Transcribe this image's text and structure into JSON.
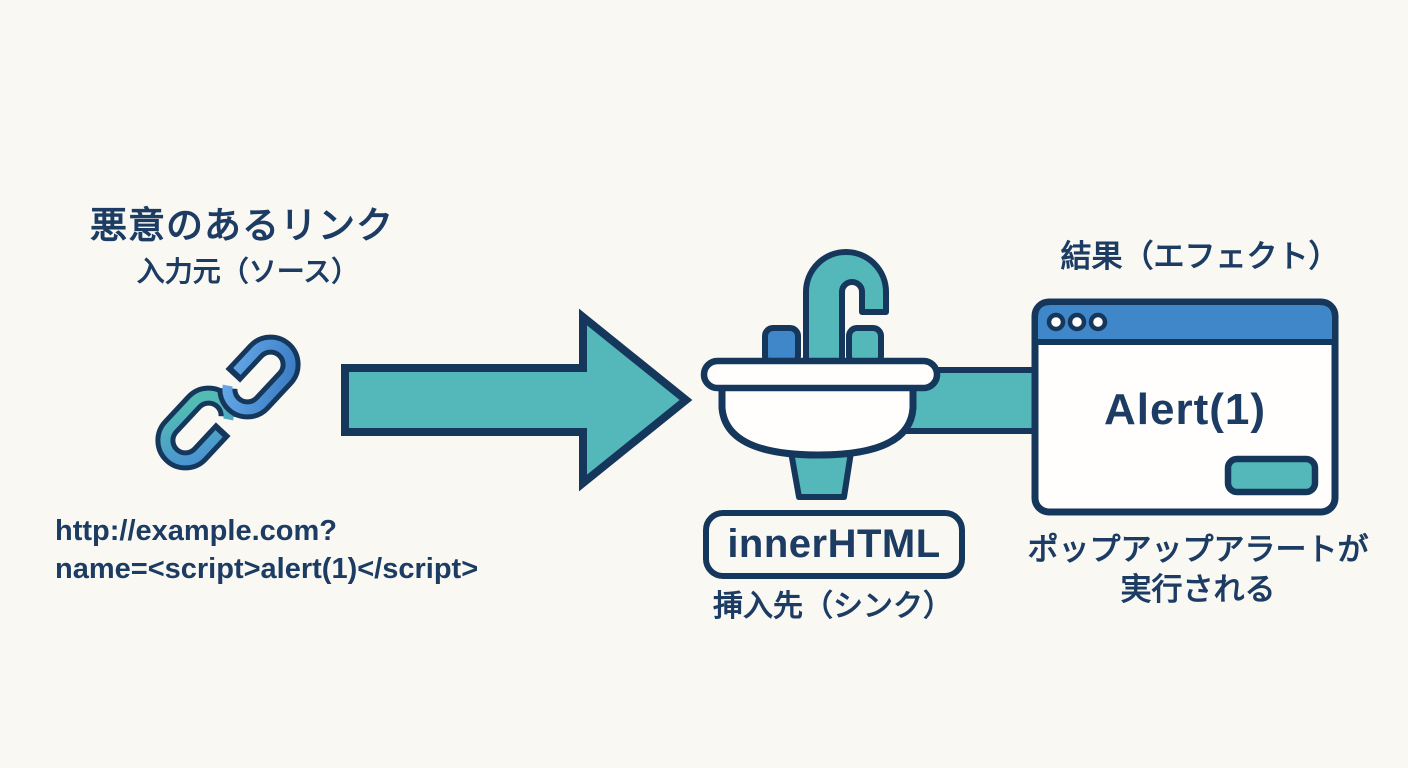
{
  "background": "#faf8f3",
  "colors": {
    "navy": "#16375c",
    "text_navy": "#1c3c63",
    "teal": "#54b8ba",
    "blue": "#3f87c9",
    "chain_blue_light": "#66aae8",
    "chain_blue_dark": "#3b7cc4",
    "chain_teal": "#52bcb4",
    "chain_teal_to_blue": "#4a90d4",
    "window_fill": "#fffefc"
  },
  "source": {
    "title": "悪意のあるリンク",
    "subtitle": "入力元（ソース）",
    "url_line1": "http://example.com?",
    "url_line2": "name=<script>alert(1)</script>"
  },
  "sink": {
    "box_label": "innerHTML",
    "caption": "挿入先（シンク）"
  },
  "result": {
    "title": "結果（エフェクト）",
    "alert_text": "Alert(1)",
    "caption_line1": "ポップアップアラートが",
    "caption_line2": "実行される"
  },
  "icons": {
    "chain": "chain-link-icon",
    "arrow": "flow-arrow-icon",
    "sink": "sink-faucet-icon",
    "connector": "pipe-connector",
    "browser": "browser-window-icon",
    "window_dots": "window-controls-dots",
    "button": "alert-ok-button"
  }
}
